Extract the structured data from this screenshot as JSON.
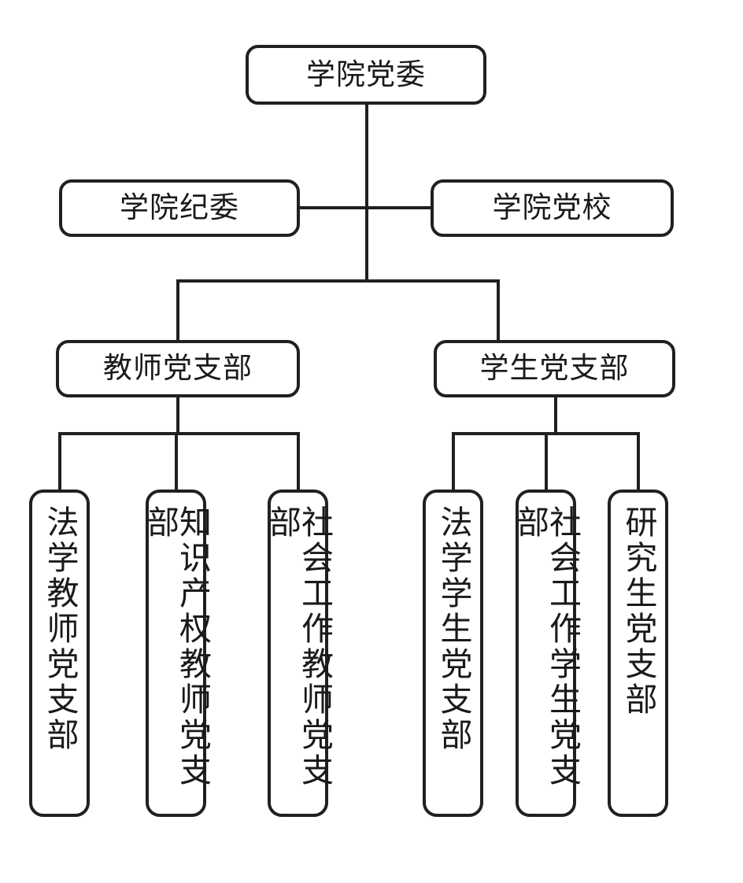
{
  "diagram": {
    "type": "organization-chart",
    "orientation": "top-down",
    "title_node": "学院党委",
    "background_color": "#ffffff",
    "line_color": "#231f20",
    "text_color": "#1a1a1a",
    "levels": [
      {
        "level": 1,
        "nodes": [
          {
            "id": "party-committee",
            "label": "学院党委",
            "text_direction": "horizontal"
          }
        ]
      },
      {
        "level": 2,
        "nodes": [
          {
            "id": "discipline-commission",
            "label": "学院纪委",
            "text_direction": "horizontal"
          },
          {
            "id": "party-school",
            "label": "学院党校",
            "text_direction": "horizontal"
          }
        ]
      },
      {
        "level": 3,
        "nodes": [
          {
            "id": "teacher-branch",
            "label": "教师党支部",
            "text_direction": "horizontal"
          },
          {
            "id": "student-branch",
            "label": "学生党支部",
            "text_direction": "horizontal"
          }
        ]
      },
      {
        "level": 4,
        "nodes": [
          {
            "id": "law-teacher-branch",
            "label": "法学教师党支部",
            "text_direction": "vertical",
            "parent": "teacher-branch"
          },
          {
            "id": "ip-teacher-branch",
            "label": "知识产权教师党支部",
            "text_direction": "vertical",
            "parent": "teacher-branch"
          },
          {
            "id": "social-work-teacher-branch",
            "label": "社会工作教师党支部",
            "text_direction": "vertical",
            "parent": "teacher-branch"
          },
          {
            "id": "law-student-branch",
            "label": "法学学生党支部",
            "text_direction": "vertical",
            "parent": "student-branch"
          },
          {
            "id": "social-work-student-branch",
            "label": "社会工作学生党支部",
            "text_direction": "vertical",
            "parent": "student-branch"
          },
          {
            "id": "graduate-student-branch",
            "label": "研究生党支部",
            "text_direction": "vertical",
            "parent": "student-branch"
          }
        ]
      }
    ]
  },
  "nodes": {
    "party_committee": "学院党委",
    "discipline_commission": "学院纪委",
    "party_school": "学院党校",
    "teacher_branch": "教师党支部",
    "student_branch": "学生党支部",
    "law_teacher_branch": "法学教师党支部",
    "ip_teacher_branch": "知识产权教师党支部",
    "social_work_teacher_branch": "社会工作教师党支部",
    "law_student_branch": "法学学生党支部",
    "social_work_student_branch": "社会工作学生党支部",
    "graduate_student_branch": "研究生党支部"
  }
}
